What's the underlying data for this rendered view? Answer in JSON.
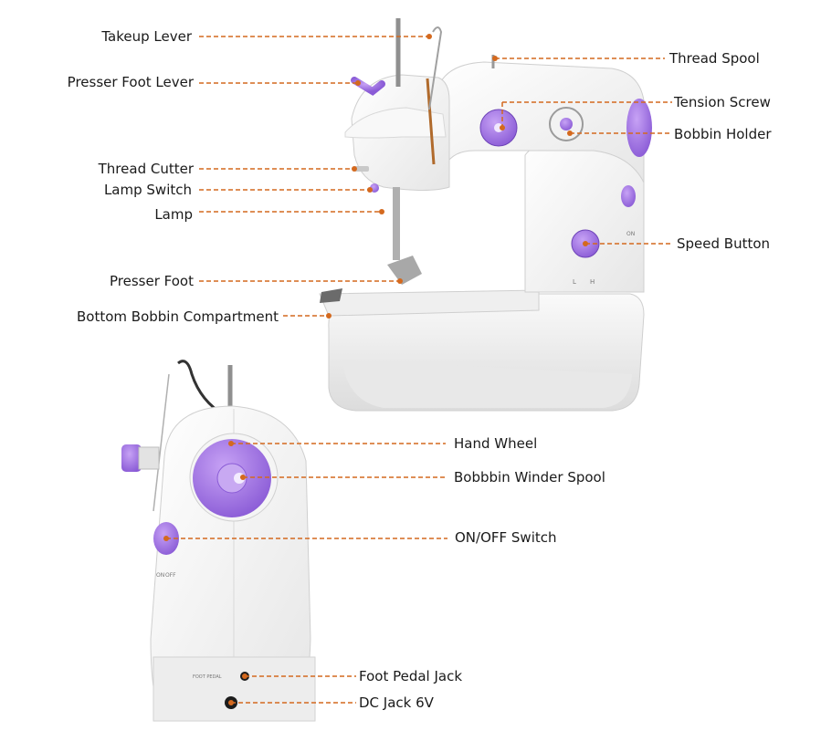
{
  "colors": {
    "leader": "#d4691e",
    "accent": "#a675e8",
    "accent_dark": "#7a4fc4",
    "body": "#f4f4f4",
    "body_shade": "#e2e2e2",
    "outline": "#c9c9c9"
  },
  "labels": {
    "takeup_lever": "Takeup Lever",
    "presser_foot_lever": "Presser Foot Lever",
    "thread_cutter": "Thread Cutter",
    "lamp_switch": "Lamp Switch",
    "lamp": "Lamp",
    "presser_foot": "Presser Foot",
    "bottom_bobbin_compartment": "Bottom Bobbin Compartment",
    "thread_spool": "Thread Spool",
    "tension_screw": "Tension Screw",
    "bobbin_holder": "Bobbin Holder",
    "speed_button": "Speed Button",
    "hand_wheel": "Hand Wheel",
    "bobbin_winder_spool": "Bobbbin Winder Spool",
    "on_off_switch": "ON/OFF Switch",
    "foot_pedal_jack": "Foot Pedal Jack",
    "dc_jack": "DC Jack 6V"
  },
  "machine_marks": {
    "speed_on": "ON",
    "speed_low": "L",
    "speed_high": "H",
    "switch_on": "ON",
    "switch_off": "OFF",
    "foot_pedal": "FOOT PEDAL"
  },
  "icons": [
    "sewing-machine-front-illustration",
    "sewing-machine-side-illustration"
  ]
}
